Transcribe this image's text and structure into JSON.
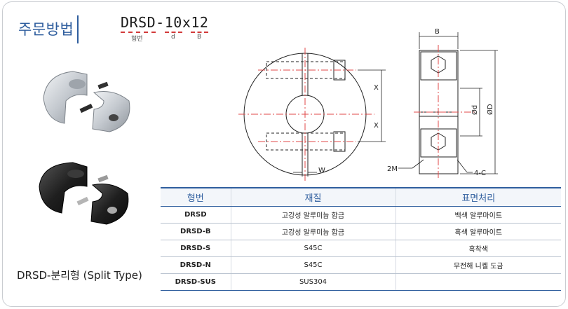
{
  "order": {
    "title": "주문방법",
    "code_parts": [
      "DRSD",
      "-",
      "10",
      "x",
      "12"
    ],
    "legend": [
      "형번",
      "d",
      "B"
    ]
  },
  "drawing": {
    "labels": {
      "B": "B",
      "X": "X",
      "W": "W",
      "d": "Ød",
      "D": "ØD",
      "screw": "2M",
      "chamfer": "4-C"
    }
  },
  "product_label": "DRSD-분리형 (Split Type)",
  "table": {
    "headers": [
      "형번",
      "재질",
      "표면처리"
    ],
    "rows": [
      {
        "model": "DRSD",
        "material": "고강성 알루미늄 합금",
        "finish": "백색 알루마이트"
      },
      {
        "model": "DRSD-B",
        "material": "고강성 알루미늄 합금",
        "finish": "흑색 알루마이트"
      },
      {
        "model": "DRSD-S",
        "material": "S45C",
        "finish": "흑착색"
      },
      {
        "model": "DRSD-N",
        "material": "S45C",
        "finish": "무전해 니켈 도금"
      },
      {
        "model": "DRSD-SUS",
        "material": "SUS304",
        "finish": ""
      }
    ]
  },
  "colors": {
    "accent": "#2f5e9e",
    "centerline": "#e04848"
  }
}
